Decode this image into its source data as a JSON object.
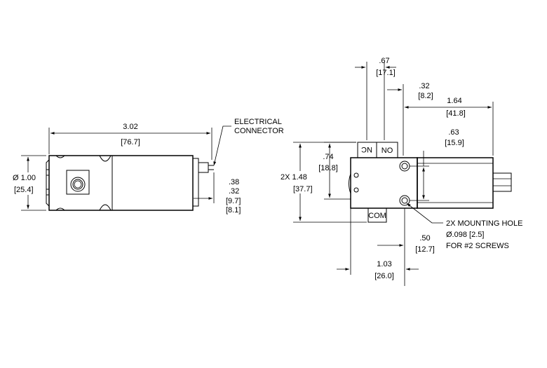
{
  "left_view": {
    "length_in": "3.02",
    "length_mm": "[76.7]",
    "diameter_in": "Ø 1.00",
    "diameter_mm": "[25.4]",
    "connector_label_1": "ELECTRICAL",
    "connector_label_2": "CONNECTOR",
    "conn_dim_in_1": ".38",
    "conn_dim_in_2": ".32",
    "conn_dim_mm_1": "[9.7]",
    "conn_dim_mm_2": "[8.1]"
  },
  "right_view": {
    "dim_067_in": ".67",
    "dim_067_mm": "[17.1]",
    "dim_032_in": ".32",
    "dim_032_mm": "[8.2]",
    "dim_164_in": "1.64",
    "dim_164_mm": "[41.8]",
    "dim_063_in": ".63",
    "dim_063_mm": "[15.9]",
    "dim_074_in": ".74",
    "dim_074_mm": "[18.8]",
    "dim_148_in": "2X  1.48",
    "dim_148_mm": "[37.7]",
    "dim_050_in": ".50",
    "dim_050_mm": "[12.7]",
    "dim_103_in": "1.03",
    "dim_103_mm": "[26.0]",
    "port_nc": "NC",
    "port_no": "NO",
    "port_com": "COM",
    "mount_note_1": "2X MOUNTING HOLE",
    "mount_note_2": "Ø.098 [2.5]",
    "mount_note_3": "FOR #2 SCREWS"
  }
}
